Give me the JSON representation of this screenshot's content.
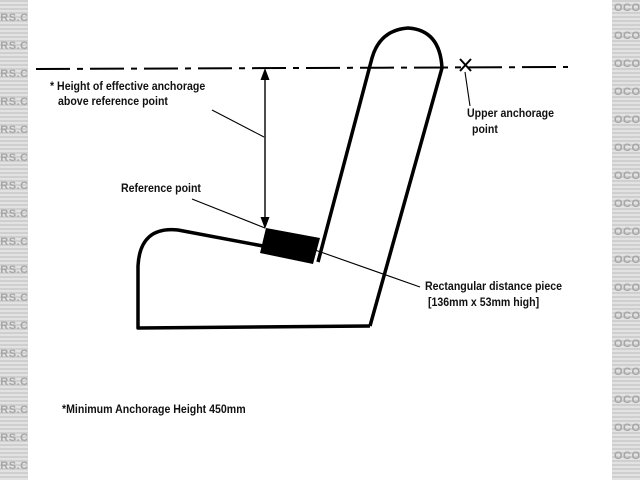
{
  "labels": {
    "height_line1": "* Height of effective anchorage",
    "height_line2": "above reference point",
    "upper_line1": "Upper anchorage",
    "upper_line2": "point",
    "reference_point": "Reference point",
    "distance_line1": "Rectangular distance piece",
    "distance_line2": "[136mm x 53mm high]",
    "footnote": "*Minimum Anchorage Height 450mm"
  },
  "watermark": {
    "left_text": "DERS.C",
    "right_text": "OCOST"
  },
  "colors": {
    "ink": "#000000",
    "sheet": "#ffffff",
    "border": "#dcdcdc"
  }
}
